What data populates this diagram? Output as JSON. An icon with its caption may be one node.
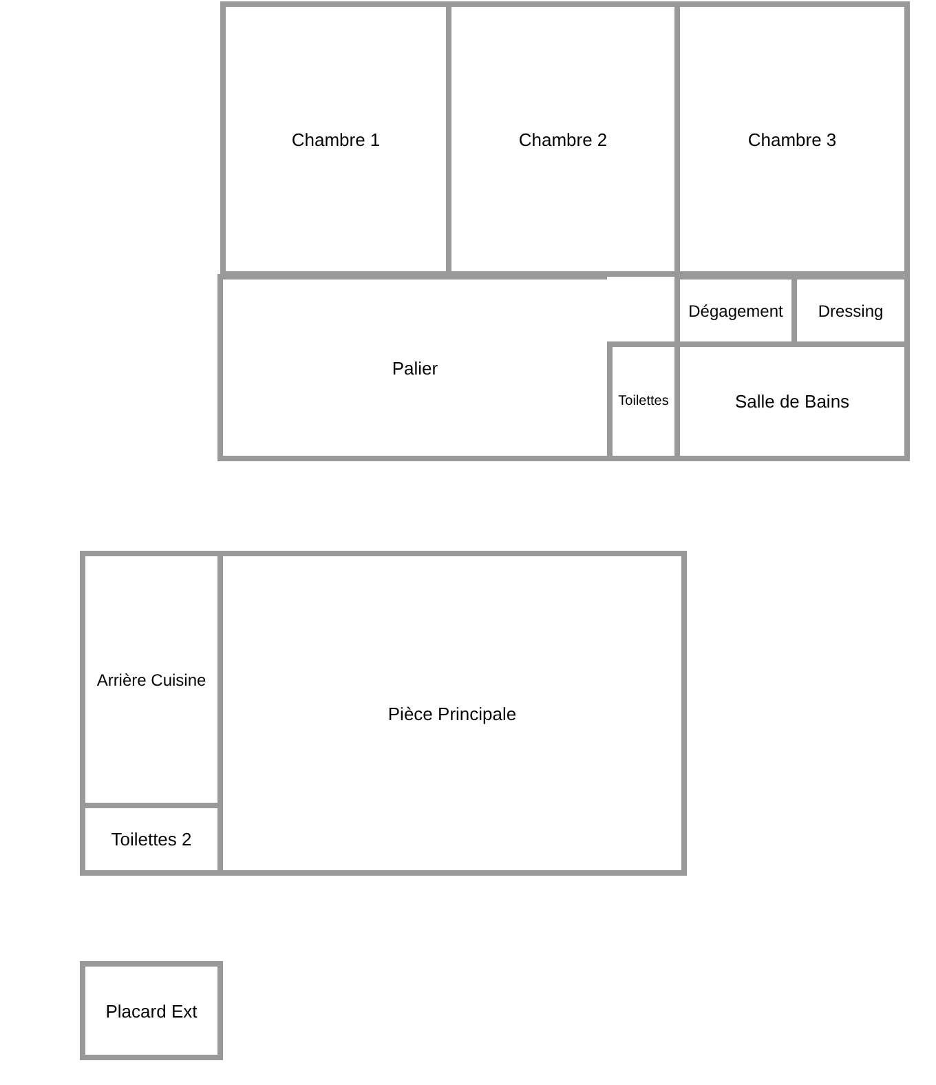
{
  "diagram": {
    "nodes": [
      {
        "text": [
          "Chambre 1"
        ]
      },
      {
        "text": [
          "Chambre 2"
        ]
      },
      {
        "text": [
          "Chambre 3"
        ]
      },
      {
        "text": [
          "Palier"
        ]
      },
      {
        "text": [
          "Dégagement"
        ]
      },
      {
        "text": [
          "Dressing"
        ]
      },
      {
        "text": [
          "Toilettes"
        ]
      },
      {
        "text": [
          "Salle de Bains"
        ]
      },
      {
        "text": [
          "Arrière Cuisine"
        ]
      },
      {
        "text": [
          "Pièce Principale"
        ]
      },
      {
        "text": [
          "Toilettes 2"
        ]
      },
      {
        "text": [
          "Placard Ext"
        ]
      }
    ]
  }
}
